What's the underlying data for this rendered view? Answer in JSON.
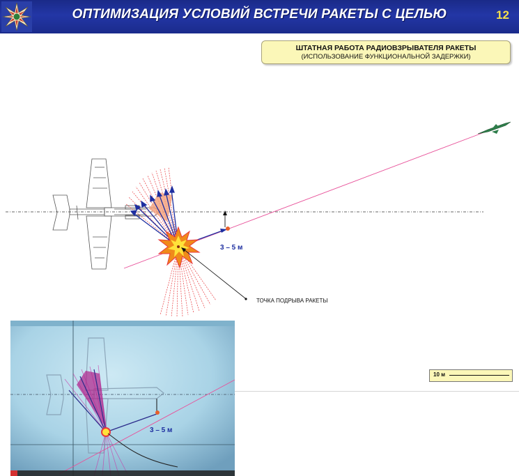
{
  "header": {
    "title": "ОПТИМИЗАЦИЯ УСЛОВИЙ ВСТРЕЧИ РАКЕТЫ С ЦЕЛЬЮ",
    "slide_number": "12",
    "logo_icon": "star-emblem-icon"
  },
  "info_box": {
    "line1": "ШТАТНАЯ РАБОТА РАДИОВЗРЫВАТЕЛЯ РАКЕТЫ",
    "line2": "(ИСПОЛЬЗОВАНИЕ ФУНКЦИОНАЛЬНОЙ ЗАДЕРЖКИ)"
  },
  "diagram": {
    "distance_label": "3 – 5 м",
    "burst_point_label": "ТОЧКА ПОДРЫВА РАКЕТЫ",
    "scale_label": "10 м",
    "trajectory_color": "#e8529a",
    "fragment_color": "#e8383c",
    "vector_color": "#1e2fa0"
  },
  "video": {
    "distance_label": "3 – 5 м"
  },
  "colors": {
    "header_bg": "#2336a6",
    "slide_number": "#f6e04a",
    "box_bg": "#fbf7b8"
  }
}
